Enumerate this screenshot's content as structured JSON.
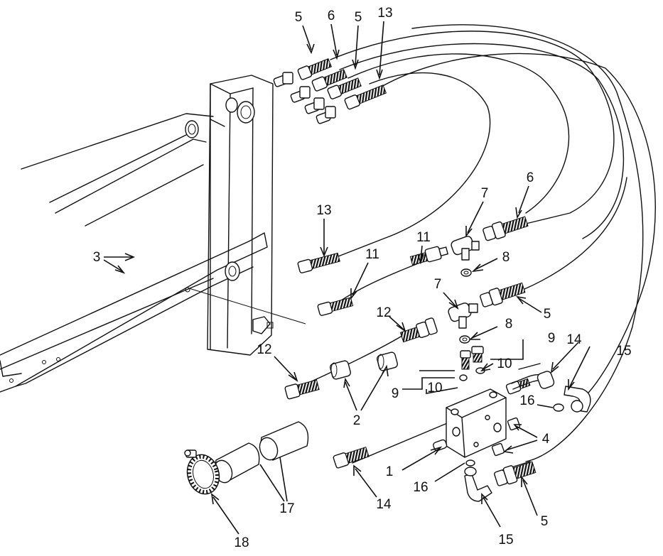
{
  "callouts": [
    {
      "text": "5"
    },
    {
      "text": "6"
    },
    {
      "text": "5"
    },
    {
      "text": "13"
    },
    {
      "text": "7"
    },
    {
      "text": "6"
    },
    {
      "text": "13"
    },
    {
      "text": "11"
    },
    {
      "text": "11"
    },
    {
      "text": "3"
    },
    {
      "text": "8"
    },
    {
      "text": "7"
    },
    {
      "text": "5"
    },
    {
      "text": "12"
    },
    {
      "text": "8"
    },
    {
      "text": "9"
    },
    {
      "text": "12"
    },
    {
      "text": "10"
    },
    {
      "text": "14"
    },
    {
      "text": "15"
    },
    {
      "text": "9"
    },
    {
      "text": "10"
    },
    {
      "text": "16"
    },
    {
      "text": "2"
    },
    {
      "text": "4"
    },
    {
      "text": "1"
    },
    {
      "text": "16"
    },
    {
      "text": "14"
    },
    {
      "text": "17"
    },
    {
      "text": "5"
    },
    {
      "text": "18"
    },
    {
      "text": "15"
    }
  ]
}
